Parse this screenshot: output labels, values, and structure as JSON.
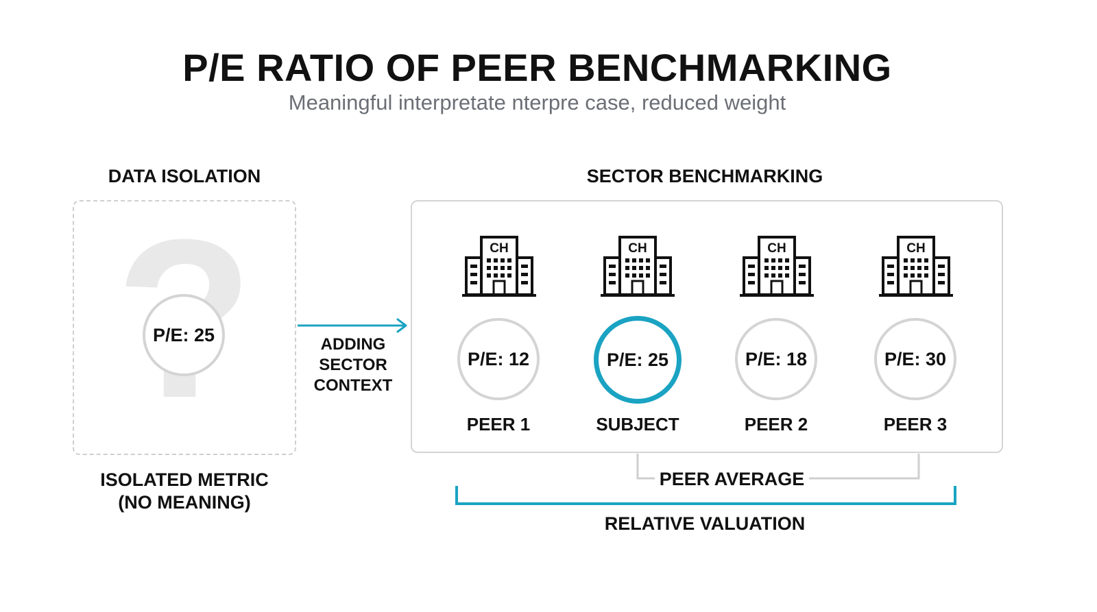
{
  "header": {
    "title": "P/E RATIO OF PEER BENCHMARKING",
    "subtitle": "Meaningful interpretate nterpre case, reduced weight"
  },
  "isolation": {
    "heading": "DATA ISOLATION",
    "value_label": "P/E: 25",
    "qmark": "?",
    "caption_line1": "ISOLATED METRIC",
    "caption_line2": "(NO MEANING)"
  },
  "transition": {
    "line1": "ADDING",
    "line2": "SECTOR",
    "line3": "CONTEXT"
  },
  "sector": {
    "heading": "SECTOR BENCHMARKING",
    "building_tag": "CH",
    "companies": [
      {
        "name": "PEER 1",
        "pe_label": "P/E: 12"
      },
      {
        "name": "SUBJECT",
        "pe_label": "P/E: 25"
      },
      {
        "name": "PEER 2",
        "pe_label": "P/E: 18"
      },
      {
        "name": "PEER 3",
        "pe_label": "P/E: 30"
      }
    ]
  },
  "footer": {
    "peer_average": "PEER AVERAGE",
    "relative_valuation": "RELATIVE VALUATION"
  },
  "colors": {
    "accent": "#1aa3c2",
    "circle_border": "#d4d4d4",
    "text": "#111111",
    "subtitle": "#6b6f75"
  }
}
